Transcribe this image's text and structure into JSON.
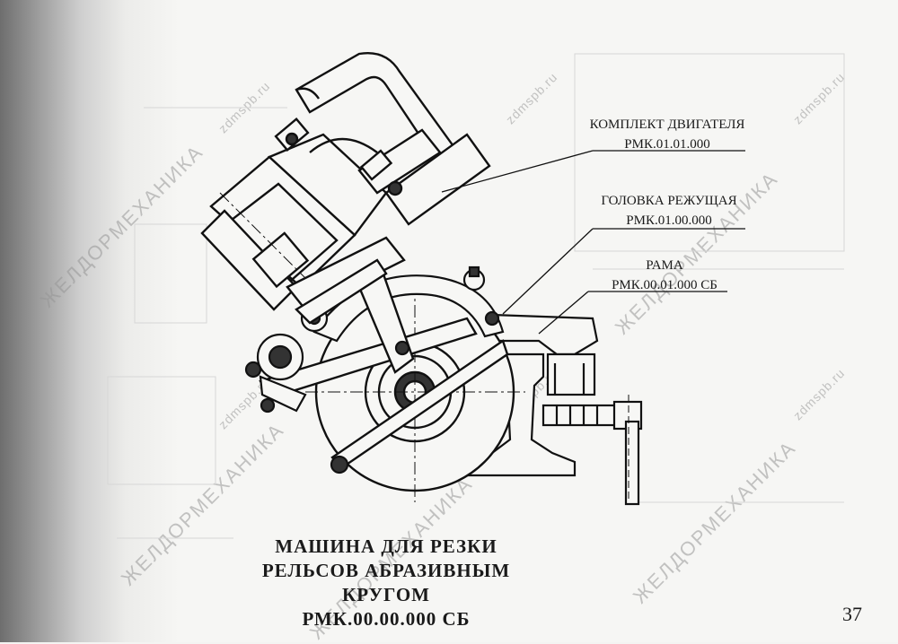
{
  "watermarks": {
    "brand": "ЖЕЛДОРМЕХАНИКА",
    "site": "zdmspb.ru"
  },
  "callouts": [
    {
      "title": "КОМПЛЕКТ ДВИГАТЕЛЯ",
      "code": "РМК.01.01.000"
    },
    {
      "title": "ГОЛОВКА РЕЖУЩАЯ",
      "code": "РМК.01.00.000"
    },
    {
      "title": "РАМА",
      "code": "РМК.00.01.000 СБ"
    }
  ],
  "caption": {
    "line1": "МАШИНА ДЛЯ РЕЗКИ",
    "line2": "РЕЛЬСОВ АБРАЗИВНЫМ",
    "line3": "КРУГОМ",
    "line4": "РМК.00.00.000 СБ"
  },
  "page_number": "37"
}
